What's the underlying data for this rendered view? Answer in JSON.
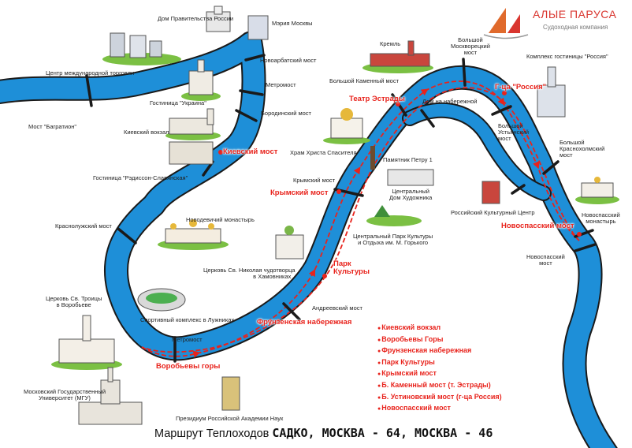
{
  "logo": {
    "name": "АЛЫЕ ПАРУСА",
    "subtitle": "Судоходная компания"
  },
  "caption": {
    "prefix": "Маршрут Теплоходов",
    "ships": "САДКО, МОСКВА - 64,  МОСКВА - 46"
  },
  "labels": {
    "dom_pravitelstva": "Дом Правительства России",
    "meriya": "Мэрия Москвы",
    "novoarbatsky": "Новоарбатский мост",
    "center_trade": "Центр международной торговли",
    "metromost_top": "Метромост",
    "most_bagration": "Мост \"Багратион\"",
    "gost_ukraina": "Гостиница \"Украина\"",
    "borodinsky": "Бородинский мост",
    "kievsky_station": "Киевский вокзал",
    "radisson": "Гостиница \"Рэдиссон-Славянская\"",
    "krasnoluzhsky": "Краснолужский мост",
    "novodevichy": "Новодевичий монастырь",
    "church_nikola_1": "Церковь Св. Николая чудотворца",
    "church_nikola_2": "в Хамовниках",
    "church_troitsy_1": "Церковь Св. Троицы",
    "church_troitsy_2": "в Воробьеве",
    "luzhniki": "Спортивный комплекс в Лужниках",
    "metromost_bottom": "Метромост",
    "mgu_1": "Московский Государственный",
    "mgu_2": "Университет (МГУ)",
    "academy": "Президиум Российской Академии Наук",
    "kreml": "Кремль",
    "bolshoy_moskvoretsky_1": "Большой",
    "bolshoy_moskvoretsky_2": "Москворецкий",
    "bolshoy_moskvoretsky_3": "мост",
    "hotel_rossiya": "Комплекс гостиницы \"Россия\"",
    "bolshoy_kamenny": "Большой Каменный мост",
    "dom_naberezhnoy": "Дом на набережной",
    "hram": "Храм Христа Спасителя",
    "pamyatnik": "Памятник Петру 1",
    "krymsky_most": "Крымский мост",
    "cdh_1": "Центральный",
    "cdh_2": "Дом Художника",
    "park_gorky_1": "Центральный Парк Культуры",
    "park_gorky_2": "и Отдыха им. М. Горького",
    "andreevsky": "Андреевский мост",
    "bolshoy_ustinsky_1": "Большой",
    "bolshoy_ustinsky_2": "Устьинский",
    "bolshoy_ustinsky_3": "мост",
    "bolshoy_krasnokholmsky_1": "Большой",
    "bolshoy_krasnokholmsky_2": "Краснохолмский",
    "bolshoy_krasnokholmsky_3": "мост",
    "russian_culture": "Российский Культурный Центр",
    "novospassky_monastery_1": "Новоспасский",
    "novospassky_monastery_2": "монастырь",
    "novospassky_most_1": "Новоспасский",
    "novospassky_most_2": "мост"
  },
  "stops": {
    "kievsky": "Киевский мост",
    "teatr_estrady": "Театр Эстрады",
    "gts_rossiya": "Г-ца \"Россия\"",
    "krymsky": "Крымский мост",
    "park_kultury_1": "Парк",
    "park_kultury_2": "Культуры",
    "frunzenskaya": "Фрунзенская набережная",
    "vorobyovy": "Воробьевы горы",
    "novospassky": "Новоспасский мост"
  },
  "legend": [
    "Киевский вокзал",
    "Воробьевы Горы",
    "Фрунзенская набережная",
    "Парк Культуры",
    "Крымский мост",
    "Б. Каменный мост (т. Эстрады)",
    "Б. Устиновский мост (г-ца Россия)",
    "Новоспасский мост"
  ],
  "colors": {
    "river": "#1e8fd8",
    "river_edge": "#1a1a1a",
    "route": "#e8231c",
    "stop_text": "#e8231c"
  }
}
